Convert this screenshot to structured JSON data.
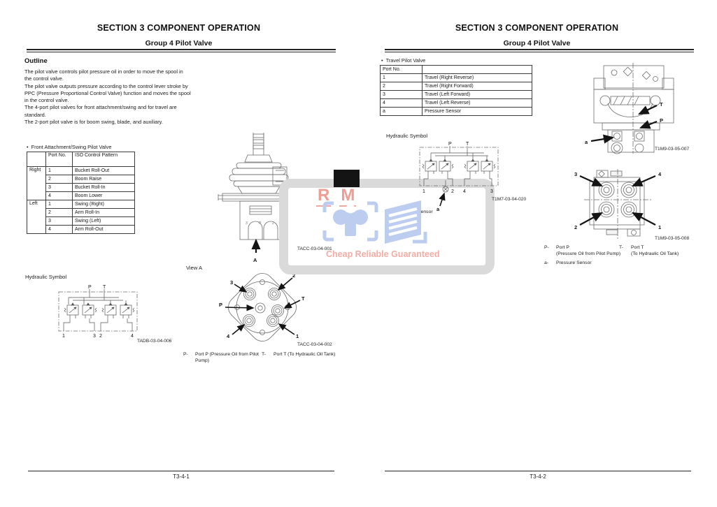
{
  "bullet": "•",
  "header": {
    "section": "SECTION 3 COMPONENT OPERATION",
    "group": "Group 4 Pilot Valve"
  },
  "left_page": {
    "outline_heading": "Outline",
    "paragraphs": [
      "The pilot valve controls pilot pressure oil in order to move the spool in the control valve.",
      "The pilot valve outputs pressure according to the control lever stroke by PPC (Pressure Proportional Control Valve) function and moves the spool in the control valve.",
      "The 4-port pilot valves for front attachment/swing and for travel are standard.",
      "The 2-port pilot valve is for boom swing, blade, and auxiliary."
    ],
    "table": {
      "title": "Front Attachment/Swing Pilot Valve",
      "col_port": "Port No.",
      "col_pattern": "ISO Control Pattern",
      "group_right": "Right",
      "group_left": "Left",
      "right_rows": [
        {
          "no": "1",
          "pattern": "Bucket Roll-Out"
        },
        {
          "no": "2",
          "pattern": "Boom Raise"
        },
        {
          "no": "3",
          "pattern": "Bucket Roll-In"
        },
        {
          "no": "4",
          "pattern": "Boom Lower"
        }
      ],
      "left_rows": [
        {
          "no": "1",
          "pattern": "Swing (Right)"
        },
        {
          "no": "2",
          "pattern": "Arm Roll-In"
        },
        {
          "no": "3",
          "pattern": "Swing (Left)"
        },
        {
          "no": "4",
          "pattern": "Arm Roll-Out"
        }
      ]
    },
    "hyd": {
      "label": "Hydraulic Symbol",
      "p": "P",
      "t": "T",
      "ports": [
        "1",
        "3",
        "2",
        "4"
      ],
      "caption": "TADB-03-04-006"
    },
    "joystick": {
      "caption": "TACC-03-04-001",
      "view_arrow": "A",
      "marks": [
        "3",
        "P",
        "2"
      ]
    },
    "view_a": {
      "label": "View A",
      "n3": "3",
      "n2": "2",
      "t": "T",
      "p": "P",
      "n4": "4",
      "n1": "1",
      "caption": "TACC-03-04-002"
    },
    "legend": {
      "p_key": "P-",
      "p_text": "Port P (Pressure Oil from Pilot Pump)",
      "t_key": "T-",
      "t_text": "Port T (To Hydraulic Oil Tank)"
    },
    "footer": "T3-4-1"
  },
  "right_page": {
    "table": {
      "title": "Travel Pilot Valve",
      "col_port": "Port No.",
      "rows": [
        {
          "no": "1",
          "desc": "Travel (Right Reverse)"
        },
        {
          "no": "2",
          "desc": "Travel (Right Forward)"
        },
        {
          "no": "3",
          "desc": "Travel (Left Forward)"
        },
        {
          "no": "4",
          "desc": "Travel (Left Reverse)"
        },
        {
          "no": "a",
          "desc": "Pressure Sensor"
        }
      ]
    },
    "hyd": {
      "label": "Hydraulic Symbol",
      "p": "P",
      "t": "T",
      "ports": [
        "1",
        "2",
        "4",
        "3"
      ],
      "a": "a",
      "caption": "T1M7-03-04-020"
    },
    "hyd_legend": {
      "a_key": "a-",
      "a_text": "Pressure Sensor"
    },
    "valve_front": {
      "t": "T",
      "p": "P",
      "a": "a",
      "caption": "T1M9-03-05-007"
    },
    "valve_bottom": {
      "n3": "3",
      "n4": "4",
      "n2": "2",
      "n1": "1",
      "caption": "T1M9-03-05-008"
    },
    "legend": {
      "p_key": "P-",
      "p_name": "Port P",
      "p_desc": "(Pressure Oil from Pilot Pump)",
      "t_key": "T-",
      "t_name": "Port T",
      "t_desc": "(To Hydraulic Oil Tank)",
      "a_key": "a-",
      "a_text": "Pressure Sensor"
    },
    "footer": "T3-4-2"
  },
  "watermark": {
    "r": "R",
    "m": "M",
    "tagline": "Cheap Reliable Guaranteed",
    "pink": "#ee9e95",
    "blue": "#bccdf0",
    "gray": "#dadada"
  }
}
